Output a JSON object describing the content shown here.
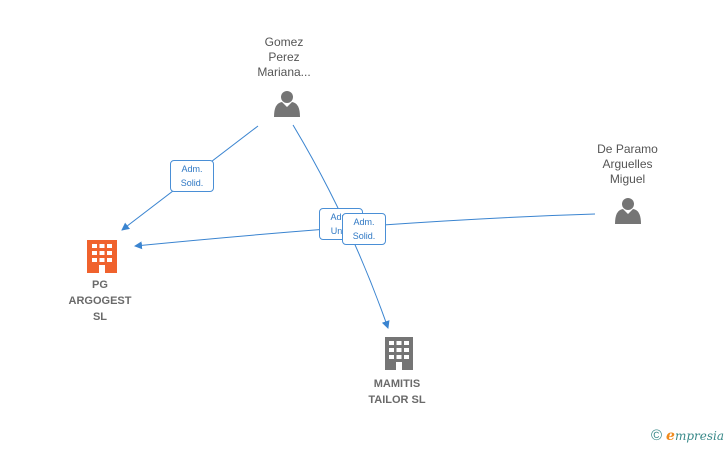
{
  "nodes": {
    "gomez": {
      "label": "Gomez\nPerez\nMariana...",
      "icon": "person-icon"
    },
    "deparamo": {
      "label": "De Paramo\nArguelles\nMiguel",
      "icon": "person-icon"
    },
    "pg": {
      "label": "PG\nARGOGEST\nSL",
      "icon": "building-icon"
    },
    "mamitis": {
      "label": "MAMITIS\nTAILOR SL",
      "icon": "building-icon"
    }
  },
  "edges": {
    "gomez_pg": "Adm.\nSolid.",
    "gomez_mamitis": "Adm.\nUnic.",
    "deparamo_pg": "Adm.\nSolid."
  },
  "colors": {
    "edge": "#3a84d0",
    "person": "#757575",
    "company_main": "#f0622d",
    "company": "#757575"
  },
  "footer": {
    "copyright": "©",
    "brand_initial": "e",
    "brand_rest": "mpresia"
  }
}
